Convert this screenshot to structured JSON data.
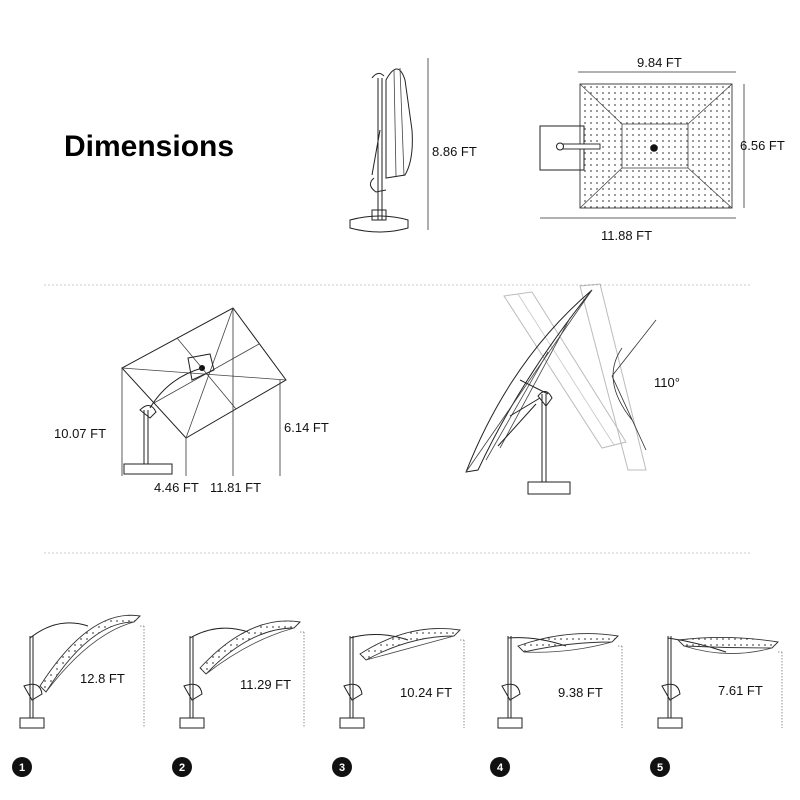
{
  "title": "Dimensions",
  "top": {
    "side_height": "8.86 FT",
    "plan_width": "9.84 FT",
    "plan_depth": "6.56 FT",
    "plan_overall": "11.88 FT"
  },
  "middle": {
    "max_height": "10.07 FT",
    "low_edge": "6.14 FT",
    "base_offset": "4.46 FT",
    "reach": "11.81 FT",
    "rotation_angle": "110°"
  },
  "tilt_positions": [
    {
      "number": "1",
      "height": "12.8 FT"
    },
    {
      "number": "2",
      "height": "11.29 FT"
    },
    {
      "number": "3",
      "height": "10.24 FT"
    },
    {
      "number": "4",
      "height": "9.38 FT"
    },
    {
      "number": "5",
      "height": "7.61 FT"
    }
  ]
}
